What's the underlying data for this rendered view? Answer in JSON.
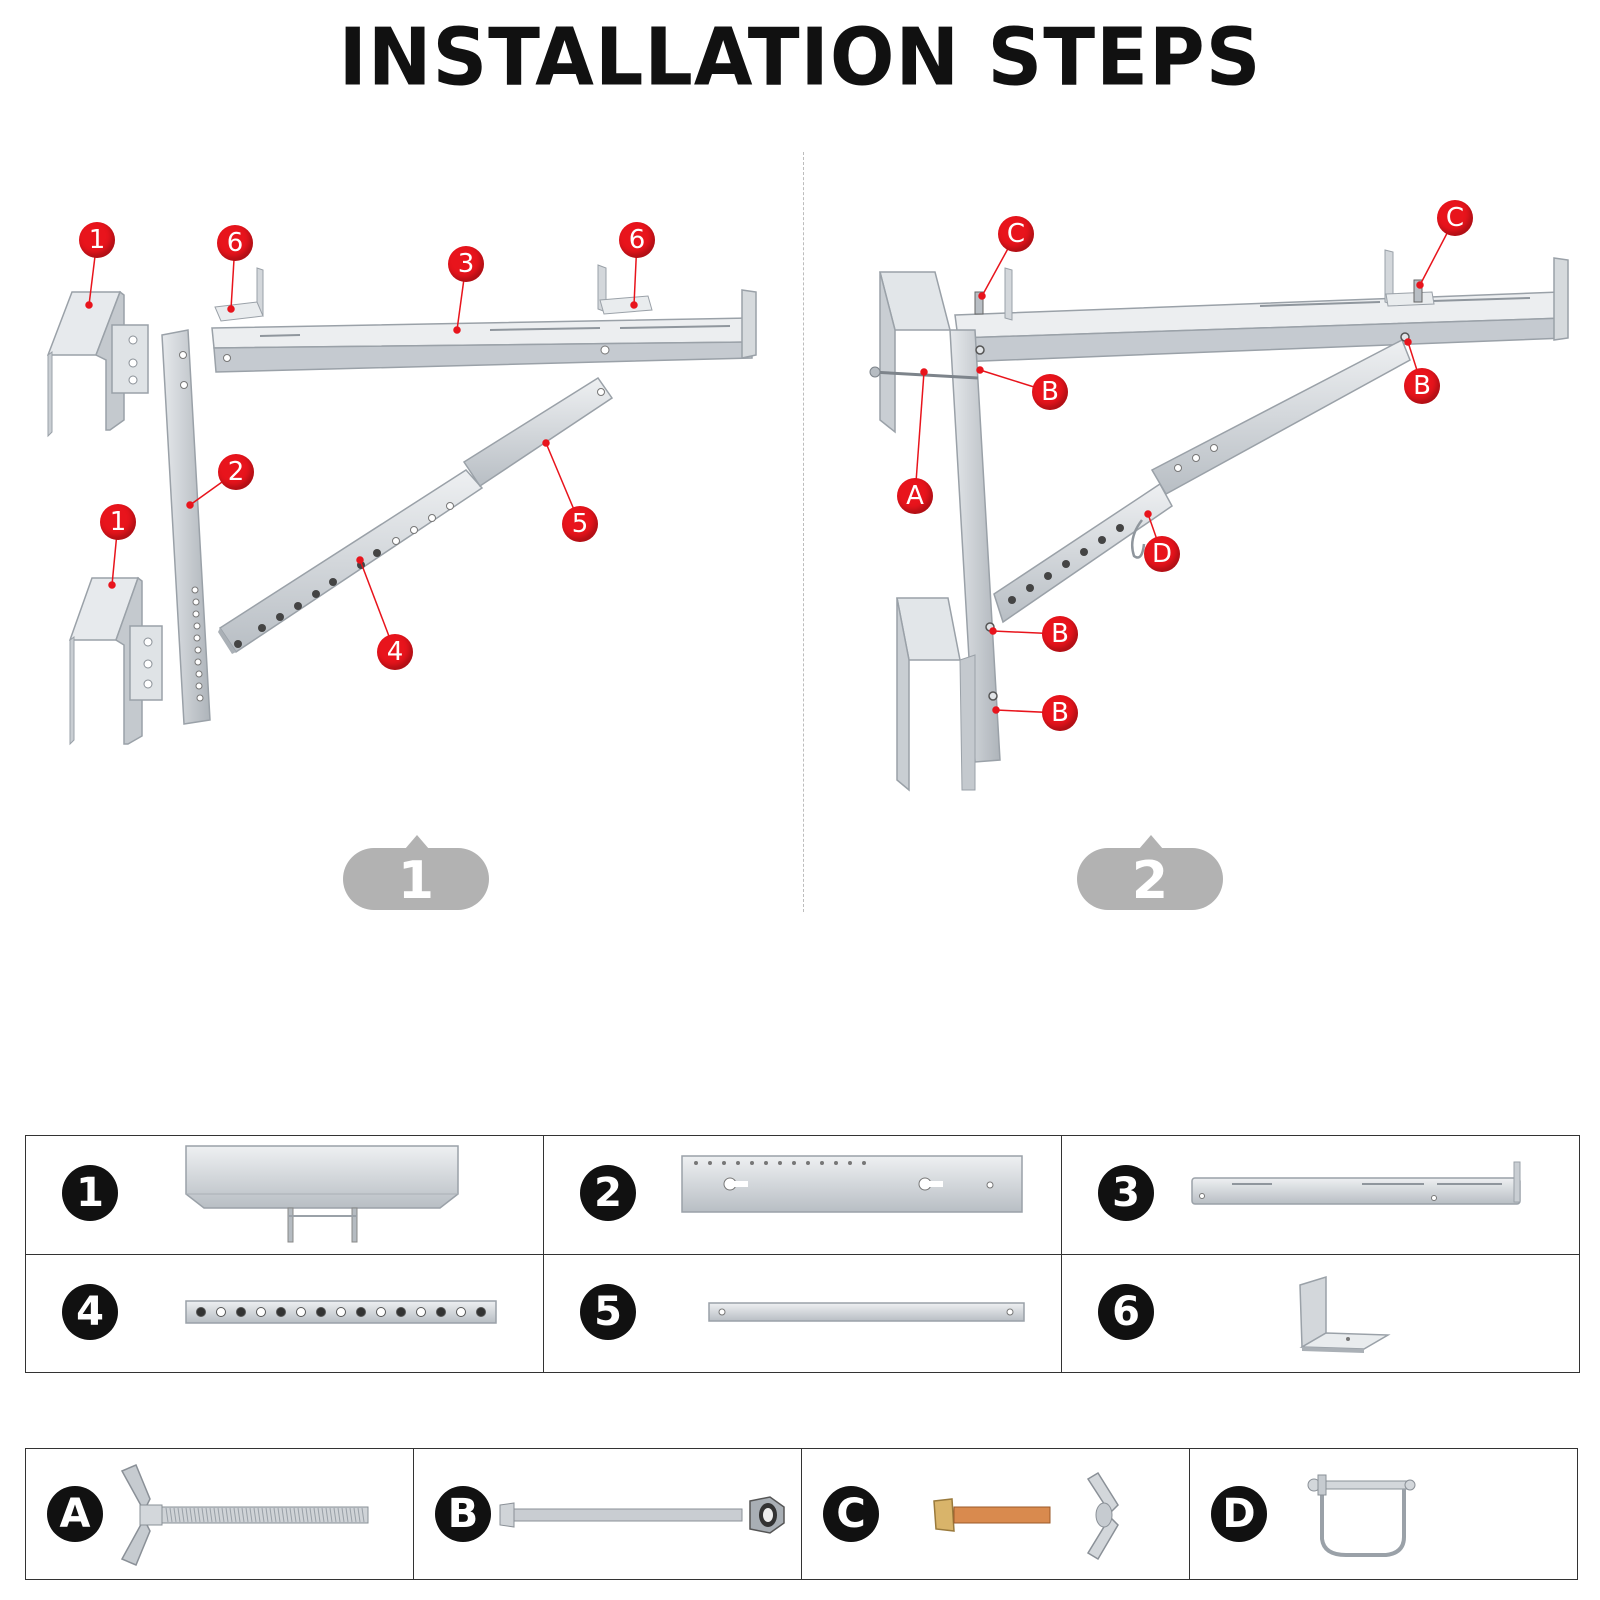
{
  "title": "INSTALLATION STEPS",
  "steps": [
    {
      "label": "1"
    },
    {
      "label": "2"
    }
  ],
  "callouts_step1": [
    "1",
    "6",
    "3",
    "6",
    "2",
    "1",
    "5",
    "4"
  ],
  "callouts_step2": [
    "C",
    "C",
    "B",
    "B",
    "A",
    "D",
    "B",
    "B"
  ],
  "parts": [
    {
      "num": "1"
    },
    {
      "num": "2"
    },
    {
      "num": "3"
    },
    {
      "num": "4"
    },
    {
      "num": "5"
    },
    {
      "num": "6"
    }
  ],
  "hardware": [
    {
      "letter": "A"
    },
    {
      "letter": "B"
    },
    {
      "letter": "C"
    },
    {
      "letter": "D"
    }
  ],
  "colors": {
    "callout": "#e8141c",
    "metal_light": "#d9dde1",
    "metal_mid": "#b9bfc5",
    "metal_dark": "#8f969d",
    "step_badge": "#b2b2b2",
    "number_badge": "#111111",
    "copper": "#d98a4e"
  }
}
